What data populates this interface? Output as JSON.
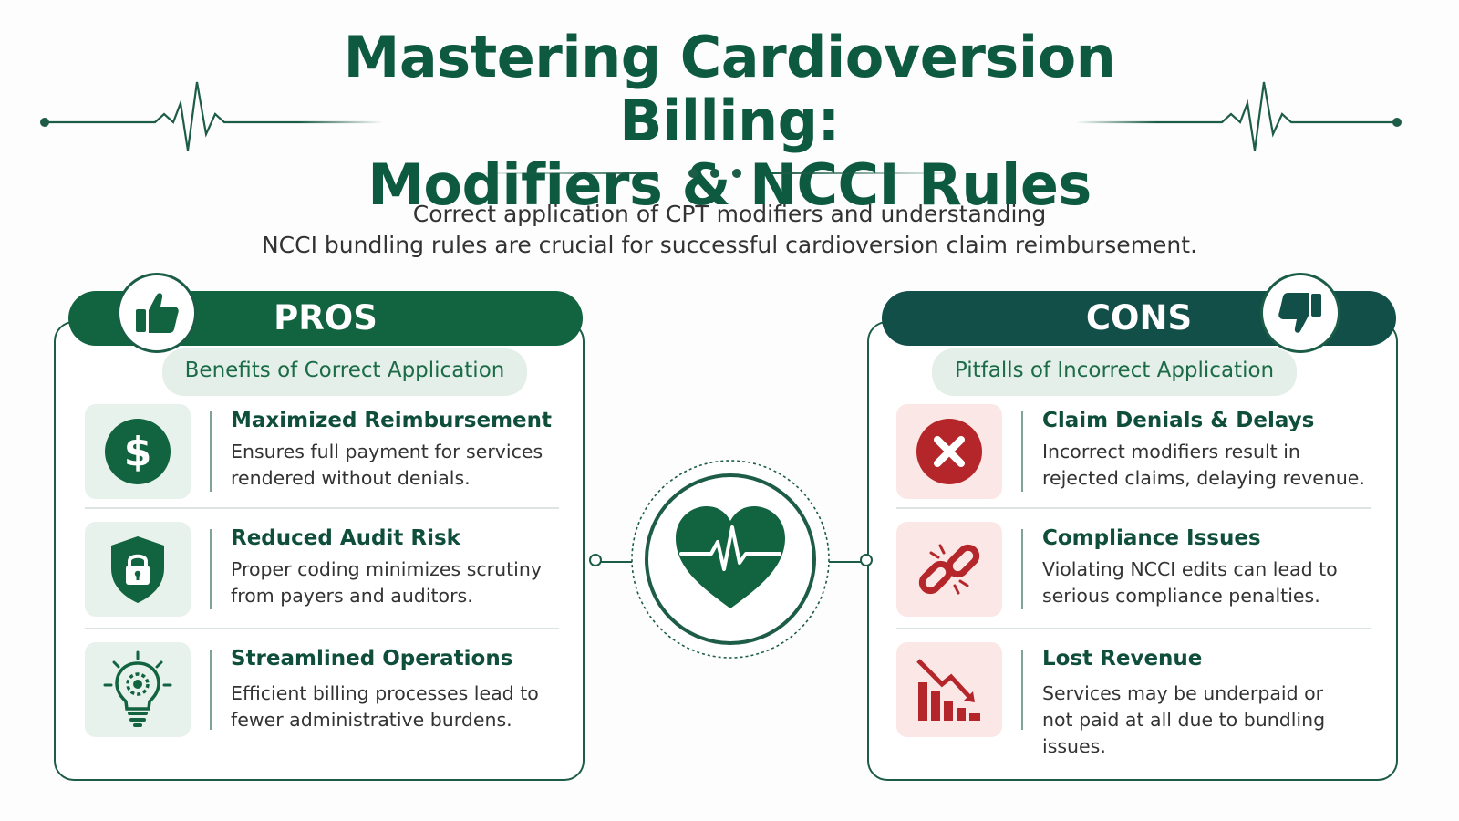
{
  "title": {
    "line1": "Mastering Cardioversion Billing:",
    "line2": "Modifiers & NCCI Rules"
  },
  "subtitle": {
    "line1": "Correct application of CPT modifiers and understanding",
    "line2": "NCCI bundling rules are crucial for successful cardioversion claim reimbursement."
  },
  "colors": {
    "primary_green": "#12633f",
    "dark_teal": "#114f48",
    "cons_red": "#b5262a",
    "pros_tint": "#e8f2ec",
    "cons_tint": "#fbe7e6"
  },
  "pros": {
    "label": "PROS",
    "icon": "thumbs-up-icon",
    "subtitle": "Benefits of Correct Application",
    "items": [
      {
        "icon": "dollar-icon",
        "title": "Maximized Reimbursement",
        "desc1": "Ensures full payment for services",
        "desc2": "rendered without denials."
      },
      {
        "icon": "shield-lock-icon",
        "title": "Reduced Audit Risk",
        "desc1": "Proper coding minimizes scrutiny",
        "desc2": "from payers and auditors."
      },
      {
        "icon": "lightbulb-gear-icon",
        "title": "Streamlined Operations",
        "desc1": "Efficient billing processes lead to",
        "desc2": "fewer administrative burdens."
      }
    ]
  },
  "cons": {
    "label": "CONS",
    "icon": "thumbs-down-icon",
    "subtitle": "Pitfalls of Incorrect Application",
    "items": [
      {
        "icon": "x-circle-icon",
        "title": "Claim Denials & Delays",
        "desc1": "Incorrect modifiers result in",
        "desc2": "rejected claims, delaying revenue."
      },
      {
        "icon": "broken-link-icon",
        "title": "Compliance Issues",
        "desc1": "Violating NCCI edits can lead to",
        "desc2": "serious compliance penalties."
      },
      {
        "icon": "declining-chart-icon",
        "title": "Lost Revenue",
        "desc1": "Services may be underpaid or",
        "desc2": "not paid at all due to bundling issues."
      }
    ]
  },
  "center": {
    "icon": "heart-ekg-icon"
  }
}
